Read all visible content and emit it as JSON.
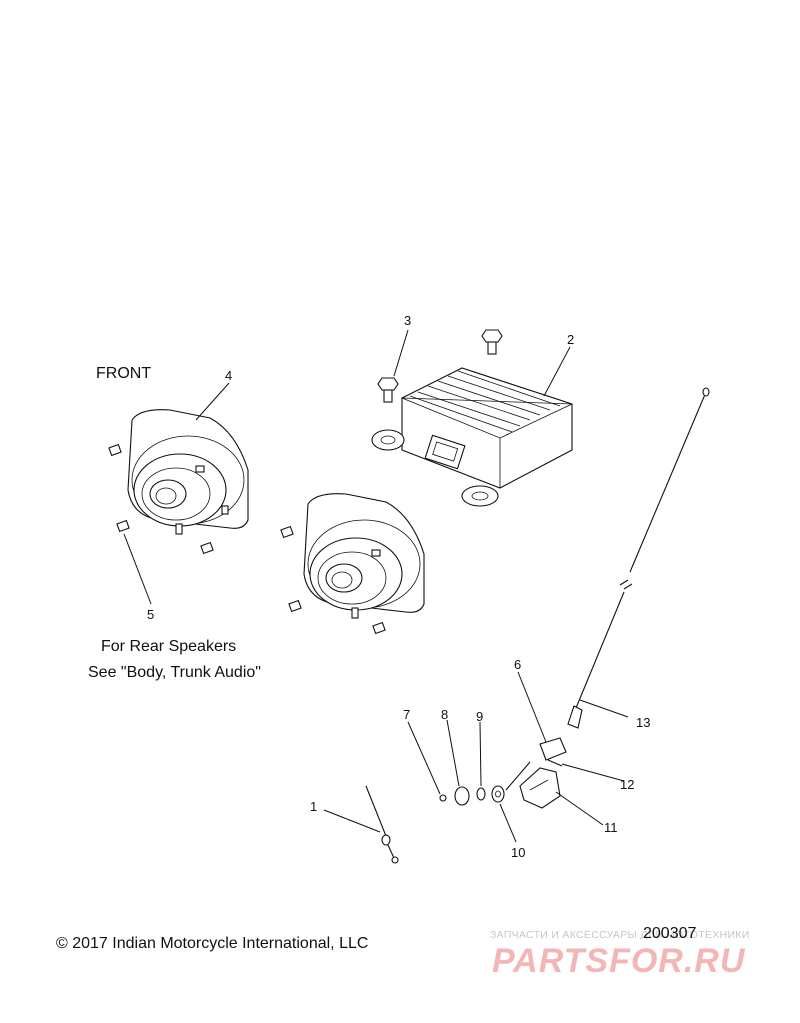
{
  "labels": {
    "front": "FRONT",
    "note_line1": "For Rear Speakers",
    "note_line2": "See \"Body, Trunk Audio\"",
    "copyright": "© 2017 Indian Motorcycle International, LLC",
    "figure_number": "200307"
  },
  "callouts": [
    "1",
    "2",
    "3",
    "4",
    "5",
    "6",
    "7",
    "8",
    "9",
    "10",
    "11",
    "12",
    "13"
  ],
  "watermark": {
    "tagline": "ЗАПЧАСТИ И АКСЕССУАРЫ ДЛЯ МОТОТЕХНИКИ",
    "brand": "PARTSFOR.RU",
    "color": "#f3b6b6"
  }
}
